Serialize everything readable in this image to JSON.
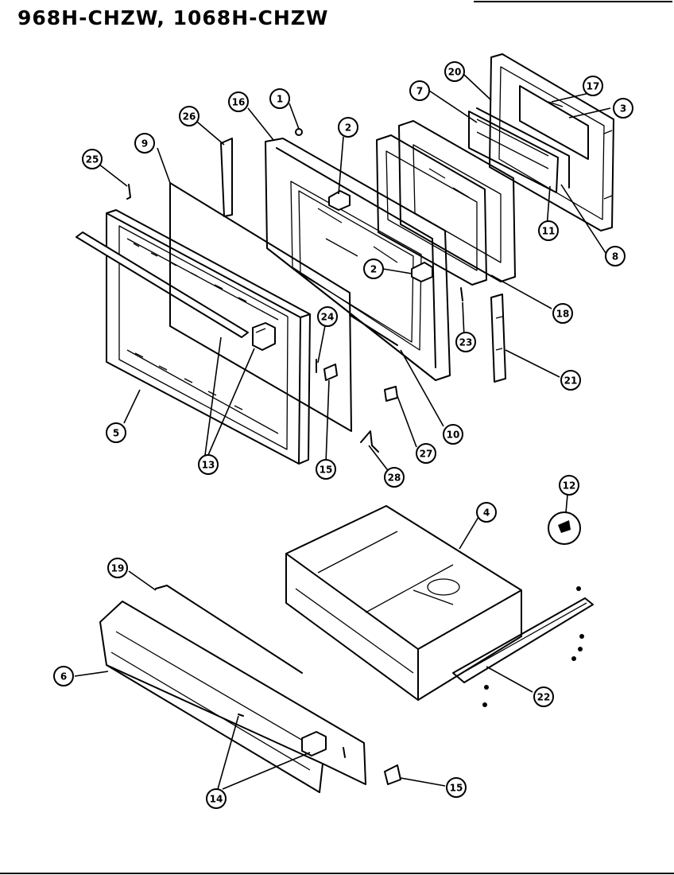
{
  "title": "968H-CHZW, 1068H-CHZW",
  "callouts": [
    {
      "id": "1",
      "label": "1"
    },
    {
      "id": "2a",
      "label": "2"
    },
    {
      "id": "2b",
      "label": "2"
    },
    {
      "id": "3",
      "label": "3"
    },
    {
      "id": "4",
      "label": "4"
    },
    {
      "id": "5",
      "label": "5"
    },
    {
      "id": "6",
      "label": "6"
    },
    {
      "id": "7",
      "label": "7"
    },
    {
      "id": "8",
      "label": "8"
    },
    {
      "id": "9",
      "label": "9"
    },
    {
      "id": "10",
      "label": "10"
    },
    {
      "id": "11",
      "label": "11"
    },
    {
      "id": "12",
      "label": "12"
    },
    {
      "id": "13",
      "label": "13"
    },
    {
      "id": "14",
      "label": "14"
    },
    {
      "id": "15a",
      "label": "15"
    },
    {
      "id": "15b",
      "label": "15"
    },
    {
      "id": "16",
      "label": "16"
    },
    {
      "id": "17",
      "label": "17"
    },
    {
      "id": "18",
      "label": "18"
    },
    {
      "id": "19",
      "label": "19"
    },
    {
      "id": "20",
      "label": "20"
    },
    {
      "id": "21",
      "label": "21"
    },
    {
      "id": "22",
      "label": "22"
    },
    {
      "id": "23",
      "label": "23"
    },
    {
      "id": "24",
      "label": "24"
    },
    {
      "id": "25",
      "label": "25"
    },
    {
      "id": "26",
      "label": "26"
    },
    {
      "id": "27",
      "label": "27"
    },
    {
      "id": "28",
      "label": "28"
    }
  ]
}
